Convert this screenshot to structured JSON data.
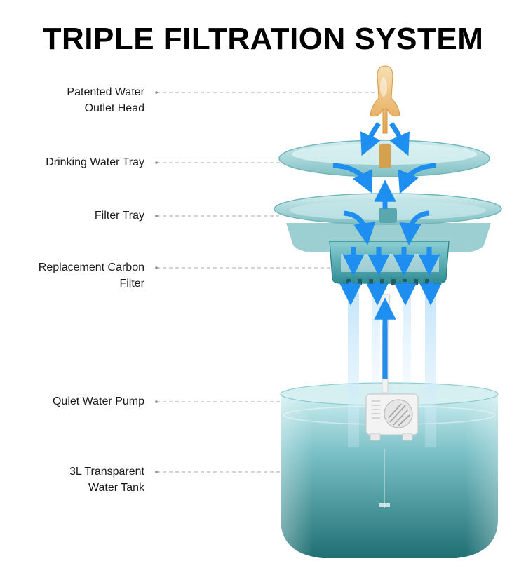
{
  "title": "TRIPLE FILTRATION SYSTEM",
  "components": [
    {
      "id": "outlet-head",
      "lines": [
        "Patented Water",
        "Outlet Head"
      ]
    },
    {
      "id": "drinking-tray",
      "lines": [
        "Drinking Water Tray"
      ]
    },
    {
      "id": "filter-tray",
      "lines": [
        "Filter Tray"
      ]
    },
    {
      "id": "carbon-filter",
      "lines": [
        "Replacement Carbon",
        "Filter"
      ]
    },
    {
      "id": "water-pump",
      "lines": [
        "Quiet Water Pump"
      ]
    },
    {
      "id": "water-tank",
      "lines": [
        "3L Transparent",
        "Water Tank"
      ]
    }
  ],
  "colors": {
    "flow_arrow": "#1e8ff0",
    "tank_top": "#9ed9e0",
    "tank_bottom": "#1f6f73",
    "tray": "#7fc7c9",
    "filter_body": "#2f8c95",
    "outlet_head": "#e9b56a",
    "leader_line": "#bbbbbb"
  }
}
